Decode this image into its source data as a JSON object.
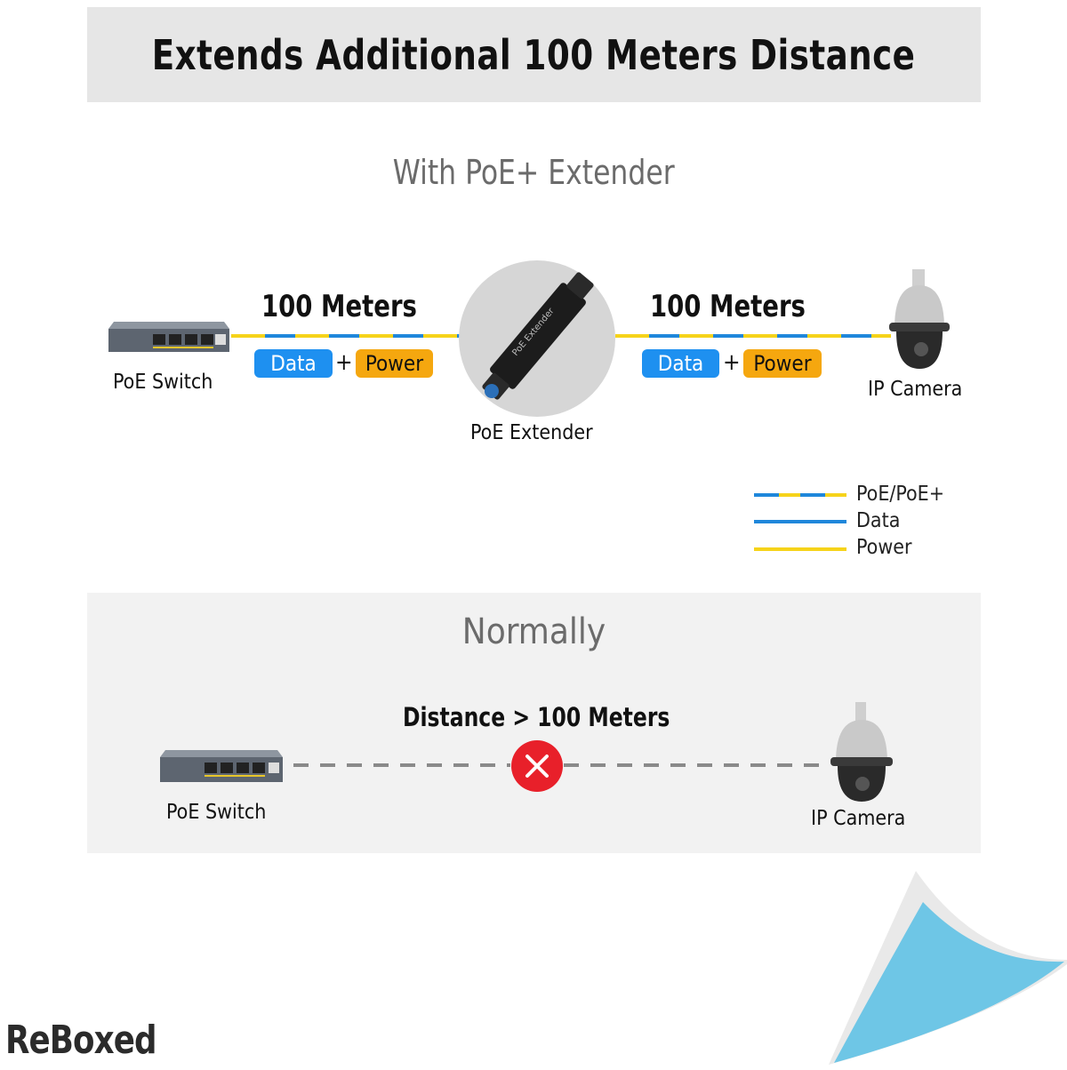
{
  "header": {
    "title": "Extends Additional 100 Meters Distance"
  },
  "with_extender": {
    "title": "With PoE+ Extender",
    "left_segment": {
      "distance": "100 Meters",
      "data_badge": "Data",
      "plus": "+",
      "power_badge": "Power"
    },
    "right_segment": {
      "distance": "100 Meters",
      "data_badge": "Data",
      "plus": "+",
      "power_badge": "Power"
    },
    "devices": {
      "switch": "PoE Switch",
      "extender": "PoE Extender",
      "camera": "IP Camera"
    }
  },
  "legend": {
    "items": [
      {
        "label": "PoE/PoE+",
        "style": "dashed-blue-yellow"
      },
      {
        "label": "Data",
        "color": "#1f87db"
      },
      {
        "label": "Power",
        "color": "#f6d31a"
      }
    ]
  },
  "normally": {
    "title": "Normally",
    "distance": "Distance > 100 Meters",
    "devices": {
      "switch": "PoE Switch",
      "camera": "IP Camera"
    },
    "status_icon": "error-x-icon"
  },
  "branding": {
    "logo": "ReBoxed"
  },
  "colors": {
    "data_blue": "#1e90f0",
    "power_orange": "#f5a70f",
    "error_red": "#e8202a",
    "page_curl": "#6ec6e6"
  }
}
